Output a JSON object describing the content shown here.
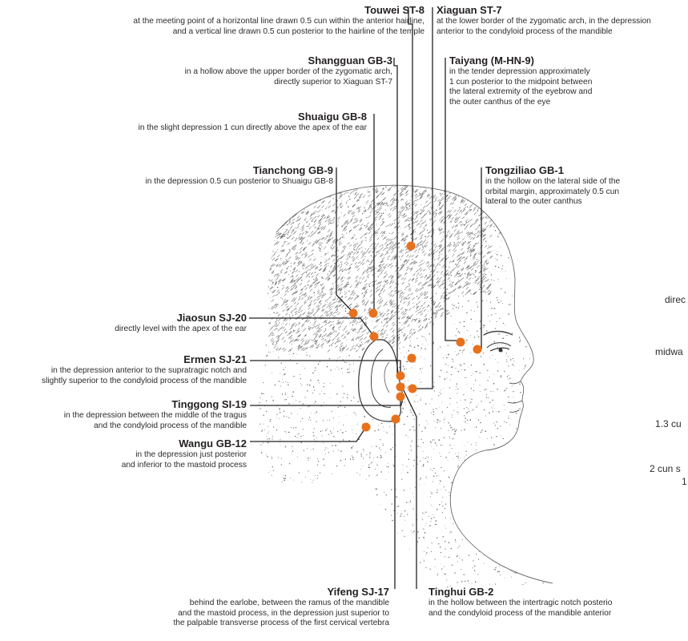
{
  "colors": {
    "point": "#e8711c",
    "leader": "#231f20",
    "stipple": "#6b6b6b"
  },
  "labels": [
    {
      "id": "touwei",
      "name": "Touwei ST-8",
      "desc": [
        "at the meeting point of a horizontal line drawn 0.5 cun within the anterior hairline,",
        "and a vertical line drawn 0.5 cun posterior to the hairline of the temple"
      ]
    },
    {
      "id": "xiaguan",
      "name": "Xiaguan ST-7",
      "desc": [
        "at the lower border of the zygomatic arch, in the depression",
        "anterior to the condyloid process of the mandible"
      ]
    },
    {
      "id": "shangguan",
      "name": "Shangguan GB-3",
      "desc": [
        "in a hollow above the upper border of the zygomatic arch,",
        "directly superior to Xiaguan ST-7"
      ]
    },
    {
      "id": "taiyang",
      "name": "Taiyang (M-HN-9)",
      "desc": [
        "in the tender depression approximately",
        "1 cun posterior to the midpoint between",
        "the lateral extremity of the eyebrow and",
        "the outer canthus of the eye"
      ]
    },
    {
      "id": "shuaigu",
      "name": "Shuaigu GB-8",
      "desc": [
        "in the slight depression 1 cun directly above the apex of the ear"
      ]
    },
    {
      "id": "tianchong",
      "name": "Tianchong GB-9",
      "desc": [
        "in the depression 0.5 cun posterior to Shuaigu GB-8"
      ]
    },
    {
      "id": "tongziliao",
      "name": "Tongziliao GB-1",
      "desc": [
        "in the hollow on the lateral side of the",
        "orbital margin, approximately 0.5 cun",
        "lateral to the outer canthus"
      ]
    },
    {
      "id": "jiaosun",
      "name": "Jiaosun SJ-20",
      "desc": [
        "directly level with the apex of the ear"
      ]
    },
    {
      "id": "ermen",
      "name": "Ermen SJ-21",
      "desc": [
        "in the depression anterior to the supratragic notch and",
        "slightly superior to the condyloid process of the mandible"
      ]
    },
    {
      "id": "tinggong",
      "name": "Tinggong SI-19",
      "desc": [
        "in the depression between the middle of the tragus",
        "and the condyloid process of the mandible"
      ]
    },
    {
      "id": "wangu",
      "name": "Wangu GB-12",
      "desc": [
        "in the depression just posterior",
        "and inferior to the mastoid process"
      ]
    },
    {
      "id": "yifeng",
      "name": "Yifeng SJ-17",
      "desc": [
        "behind the earlobe, between the ramus of the mandible",
        "and the mastoid process, in the depression just superior to",
        "the palpable transverse process of the first cervical vertebra"
      ]
    },
    {
      "id": "tinghui",
      "name": "Tinghui GB-2",
      "desc": [
        "in the hollow between the intertragic notch posterio",
        "and the condyloid process of the mandible anterior"
      ]
    }
  ],
  "edge_text": [
    "direc",
    "midwa",
    "1.3 cu",
    "2 cun s",
    "1"
  ]
}
